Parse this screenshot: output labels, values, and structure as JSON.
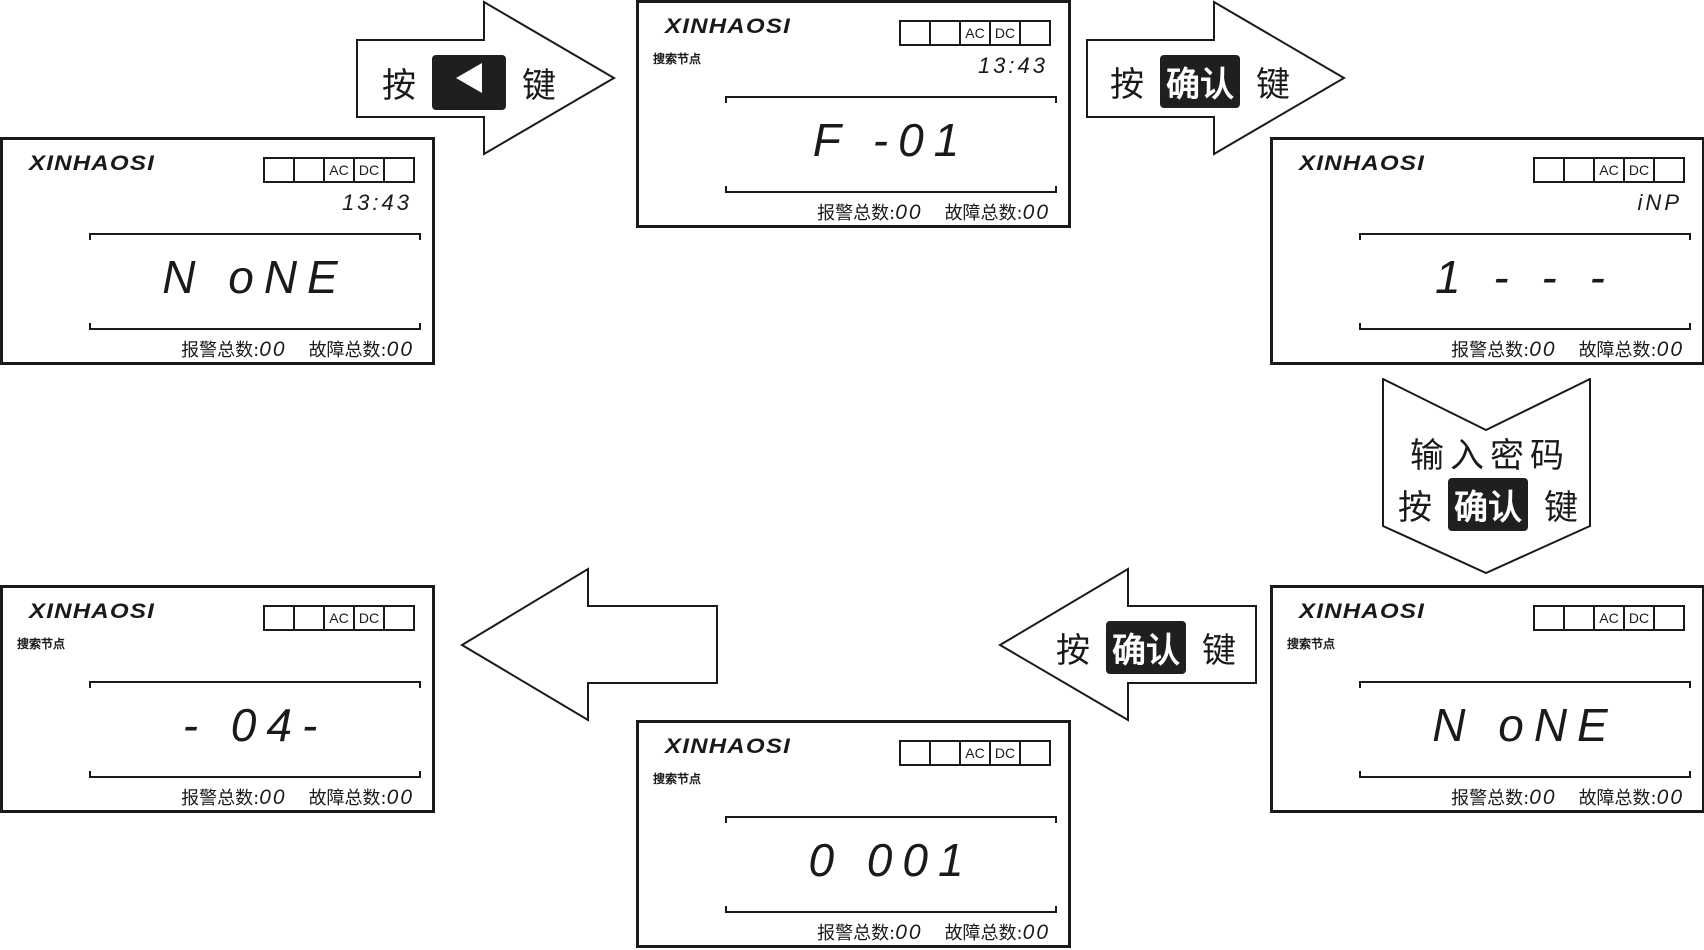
{
  "brand": "XINHAOSI",
  "indicator": [
    "",
    "",
    "AC",
    "DC",
    ""
  ],
  "search_label": "搜索节点",
  "alarm_label": "报警总数:",
  "fault_label": "故障总数:",
  "panels": [
    {
      "id": "none-start",
      "aux": "13:43",
      "search": false,
      "main": "N oNE",
      "alarm": "00",
      "fault": "00"
    },
    {
      "id": "f-01",
      "aux": "13:43",
      "search": true,
      "main": "F -01",
      "alarm": "00",
      "fault": "00"
    },
    {
      "id": "inp",
      "aux": "iNP",
      "search": false,
      "main": "1 - - -",
      "alarm": "00",
      "fault": "00"
    },
    {
      "id": "none-search",
      "aux": "",
      "search": true,
      "main": "N oNE",
      "alarm": "00",
      "fault": "00"
    },
    {
      "id": "0001",
      "aux": "",
      "search": true,
      "main": "0 001",
      "alarm": "00",
      "fault": "00"
    },
    {
      "id": "04",
      "aux": "",
      "search": true,
      "main": "- 04-",
      "alarm": "00",
      "fault": "00"
    }
  ],
  "arrows": {
    "press": "按",
    "key": "键",
    "confirm": "确认",
    "enter_password": "输入密码"
  }
}
